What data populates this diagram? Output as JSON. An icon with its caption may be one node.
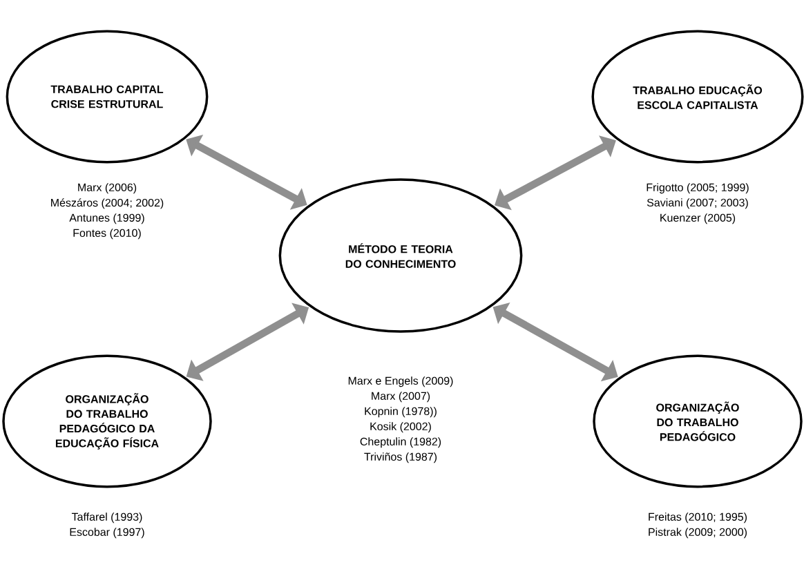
{
  "diagram": {
    "nodes": [
      {
        "text": [
          "TRABALHO CAPITAL CRISE ESTRUTURAL"
        ],
        "beside": [
          "Marx (2006)",
          "Mészáros (2004; 2002)",
          "Antunes (1999)",
          "Fontes (2010)"
        ]
      },
      {
        "text": [
          "TRABALHO EDUCAÇÃO ESCOLA CAPITALISTA"
        ],
        "beside": [
          "Frigotto (2005; 1999)",
          "Saviani (2007; 2003)",
          "Kuenzer (2005)"
        ]
      },
      {
        "text": [
          "MÉTODO E TEORIA DO CONHECIMENTO"
        ],
        "beside": [
          "Marx e Engels (2009)",
          "Marx (2007)",
          "Kopnin (1978))",
          "Kosik (2002)",
          "Cheptulin (1982)",
          "Triviños (1987)"
        ]
      },
      {
        "text": [
          "ORGANIZAÇÃO DO TRABALHO PEDAGÓGICO DA EDUCAÇÃO FÍSICA"
        ],
        "beside": [
          "Taffarel (1993)",
          "Escobar (1997)"
        ]
      },
      {
        "text": [
          "ORGANIZAÇÃO DO TRABALHO PEDAGÓGICO"
        ],
        "beside": [
          "Freitas (2010; 1995)",
          "Pistrak (2009; 2000)"
        ]
      }
    ],
    "edges": [
      {
        "from": 2,
        "to": 0,
        "arrow": "both"
      },
      {
        "from": 2,
        "to": 1,
        "arrow": "both"
      },
      {
        "from": 2,
        "to": 3,
        "arrow": "both"
      },
      {
        "from": 2,
        "to": 4,
        "arrow": "both"
      }
    ]
  }
}
